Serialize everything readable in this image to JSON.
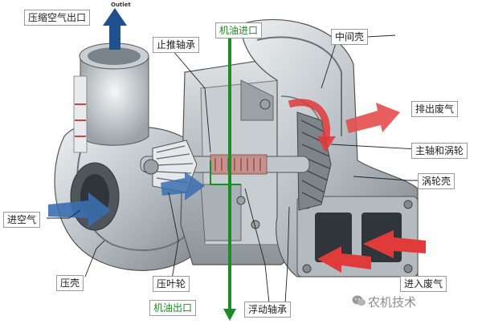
{
  "labels": {
    "compressed_air_outlet": "压缩空气出口",
    "outlet_small": "Outlet",
    "thrust_bearing": "止推轴承",
    "oil_inlet": "机油进口",
    "center_housing": "中间壳",
    "exhaust_out": "排出废气",
    "shaft_turbine": "主轴和涡轮",
    "turbine_housing": "涡轮壳",
    "air_in": "进空气",
    "compressor_housing": "压壳",
    "compressor_wheel": "压叶轮",
    "oil_outlet": "机油出口",
    "floating_bearing": "浮动轴承",
    "exhaust_in": "进入废气"
  },
  "watermark": "农机技术",
  "colors": {
    "air_arrow": "#3a6fb0",
    "exhaust_arrow": "#e03a3a",
    "oil_line": "#1e8a28",
    "metal_light": "#d9dde0",
    "metal_mid": "#a9b1b7",
    "metal_dark": "#6f777d"
  }
}
